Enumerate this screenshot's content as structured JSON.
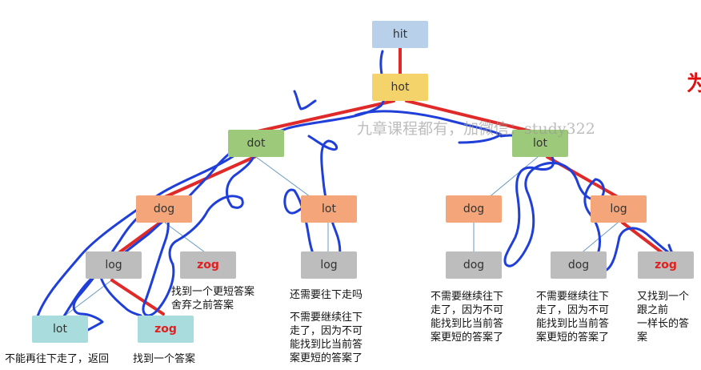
{
  "nodes": [
    {
      "id": "n-hit",
      "label": "hit",
      "color": "#b8d0ea",
      "red": false
    },
    {
      "id": "n-hot",
      "label": "hot",
      "color": "#f5d36b",
      "red": false
    },
    {
      "id": "n-dot",
      "label": "dot",
      "color": "#9cc97a",
      "red": false
    },
    {
      "id": "n-lot1",
      "label": "lot",
      "color": "#9cc97a",
      "red": false
    },
    {
      "id": "n-dog1",
      "label": "dog",
      "color": "#f4a67a",
      "red": false
    },
    {
      "id": "n-lot2",
      "label": "lot",
      "color": "#f4a67a",
      "red": false
    },
    {
      "id": "n-dog2",
      "label": "dog",
      "color": "#f4a67a",
      "red": false
    },
    {
      "id": "n-log1",
      "label": "log",
      "color": "#f4a67a",
      "red": false
    },
    {
      "id": "n-log2",
      "label": "log",
      "color": "#bdbdbd",
      "red": false
    },
    {
      "id": "n-zog1",
      "label": "zog",
      "color": "#bdbdbd",
      "red": true
    },
    {
      "id": "n-log3",
      "label": "log",
      "color": "#bdbdbd",
      "red": false
    },
    {
      "id": "n-dog3",
      "label": "dog",
      "color": "#bdbdbd",
      "red": false
    },
    {
      "id": "n-dog4",
      "label": "dog",
      "color": "#bdbdbd",
      "red": false
    },
    {
      "id": "n-zog2",
      "label": "zog",
      "color": "#bdbdbd",
      "red": true
    },
    {
      "id": "n-lot3",
      "label": "lot",
      "color": "#a9dcdc",
      "red": false
    },
    {
      "id": "n-zog3",
      "label": "zog",
      "color": "#a9dcdc",
      "red": true
    }
  ],
  "annotations": {
    "a1": "找到一个更短答案\n舍弃之前答案",
    "a2": "还需要往下走吗",
    "a3": "不需要继续往下\n走了，因为不可\n能找到比当前答\n案更短的答案了",
    "a4": "不需要继续往下\n走了，因为不可\n能找到比当前答\n案更短的答案了",
    "a5": "不需要继续往下\n走了，因为不可\n能找到比当前答\n案更短的答案了",
    "a6": "又找到一个\n跟之前\n一样长的答\n案",
    "a7": "不能再往下走了，返回",
    "a8": "找到一个答案"
  },
  "watermark": "九章课程都有，加微信：study322",
  "corner_char": "为",
  "colors": {
    "tree_edge": "#e02a2a",
    "thin_edge": "#6a9ac4",
    "trace": "#1f3fd8"
  }
}
